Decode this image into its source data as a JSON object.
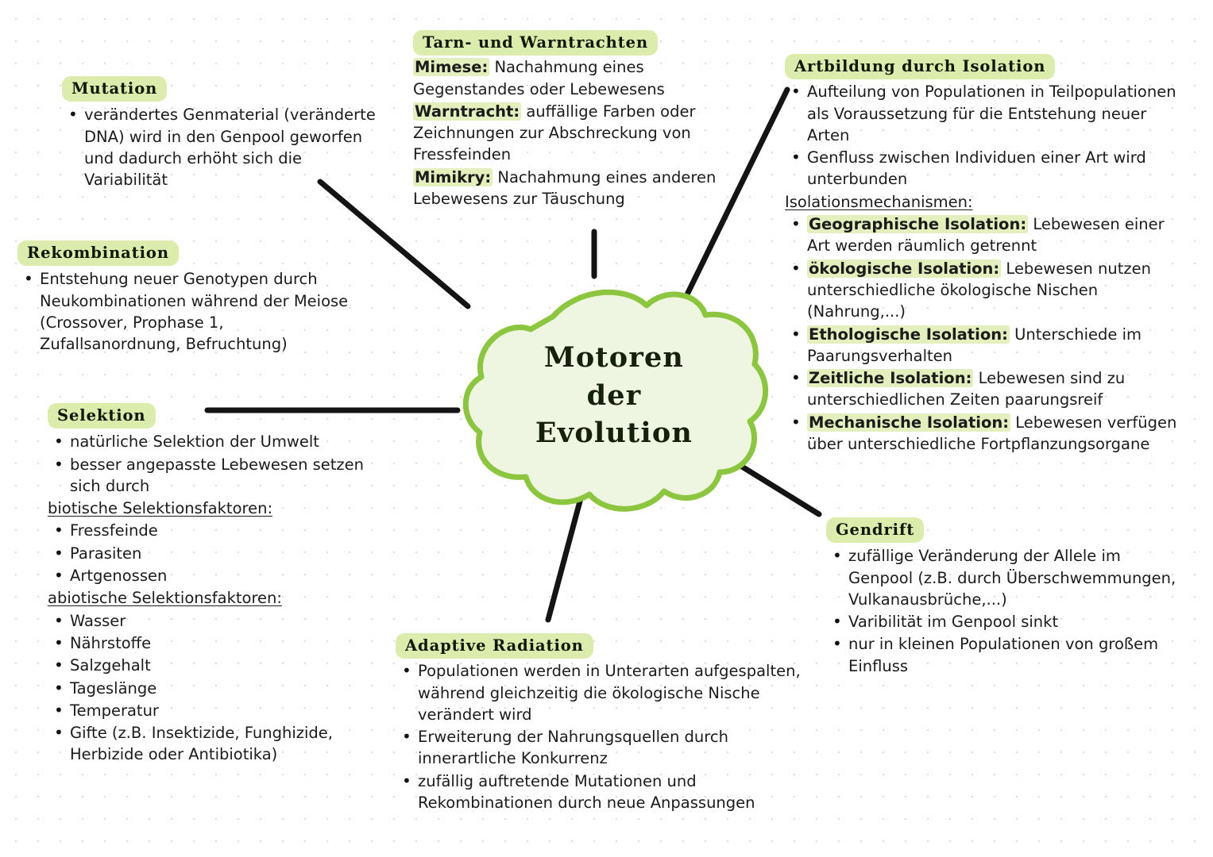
{
  "page": {
    "title": "Motoren der Evolution",
    "accent_green": "#8cc63f",
    "cloud_fill": "#eef5e0",
    "highlight_heading": "#dcecac",
    "highlight_term": "#e3efbd",
    "ink": "#1b1b1b"
  },
  "center": {
    "line1": "Motoren",
    "line2": "der",
    "line3": "Evolution"
  },
  "mutation": {
    "heading": "Mutation",
    "bullets": [
      "verändertes Genmaterial (veränderte DNA) wird in den Genpool geworfen und dadurch erhöht sich die Variabilität"
    ]
  },
  "rekombination": {
    "heading": "Rekombination",
    "bullets": [
      "Entstehung neuer Genotypen durch Neukombinationen während der Meiose (Crossover, Prophase 1, Zufallsanordnung, Befruchtung)"
    ]
  },
  "selektion": {
    "heading": "Selektion",
    "bullets": [
      "natürliche Selektion der Umwelt",
      "besser angepasste Lebewesen setzen sich durch"
    ],
    "sub1_label": "biotische Selektionsfaktoren:",
    "sub1_items": [
      "Fressfeinde",
      "Parasiten",
      "Artgenossen"
    ],
    "sub2_label": "abiotische Selektionsfaktoren:",
    "sub2_items": [
      "Wasser",
      "Nährstoffe",
      "Salzgehalt",
      "Tageslänge",
      "Temperatur",
      "Gifte (z.B. Insektizide, Funghizide, Herbizide oder Antibiotika)"
    ]
  },
  "tarn": {
    "heading": "Tarn- und Warntrachten",
    "items": [
      {
        "term": "Mimese:",
        "text": " Nachahmung eines Gegenstandes oder Lebewesens"
      },
      {
        "term": "Warntracht:",
        "text": " auffällige Farben oder Zeichnungen zur Abschreckung von Fressfeinden"
      },
      {
        "term": "Mimikry:",
        "text": "  Nachahmung eines anderen Lebewesens zur Täuschung"
      }
    ]
  },
  "artbildung": {
    "heading": "Artbildung durch Isolation",
    "bullets": [
      "Aufteilung von Populationen in Teilpopulationen als Voraussetzung für die Entstehung neuer Arten",
      "Genfluss zwischen Individuen einer Art wird unterbunden"
    ],
    "sub_label": "Isolationsmechanismen:",
    "mechanisms": [
      {
        "term": "Geographische Isolation:",
        "text": " Lebewesen einer Art werden räumlich getrennt"
      },
      {
        "term": "ökologische Isolation:",
        "text": " Lebewesen nutzen unterschiedliche ökologische Nischen (Nahrung,...)"
      },
      {
        "term": "Ethologische Isolation:",
        "text": " Unterschiede im Paarungsverhalten"
      },
      {
        "term": "Zeitliche Isolation:",
        "text": " Lebewesen sind zu unterschiedlichen Zeiten paarungsreif"
      },
      {
        "term": "Mechanische Isolation:",
        "text": " Lebewesen verfügen über unterschiedliche Fortpflanzungsorgane"
      }
    ]
  },
  "gendrift": {
    "heading": "Gendrift",
    "bullets": [
      "zufällige Veränderung der Allele im Genpool (z.B. durch Überschwemmungen, Vulkanausbrüche,...)",
      "Varibilität im Genpool sinkt",
      "nur in kleinen Populationen von großem Einfluss"
    ]
  },
  "adaptive": {
    "heading": "Adaptive Radiation",
    "bullets": [
      "Populationen werden in Unterarten aufgespalten, während gleichzeitig die ökologische Nische verändert wird",
      "Erweiterung der Nahrungsquellen durch innerartliche Konkurrenz",
      "zufällig auftretende Mutationen und Rekombinationen durch neue Anpassungen"
    ]
  }
}
